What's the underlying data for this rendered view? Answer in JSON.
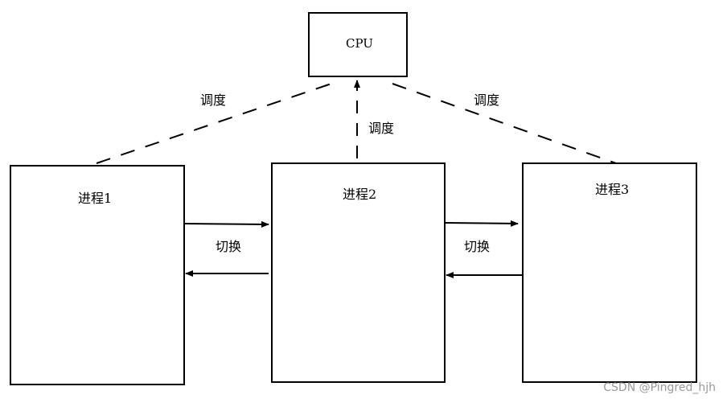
{
  "cpu": {
    "label": "CPU"
  },
  "processes": [
    {
      "label": "进程1"
    },
    {
      "label": "进程2"
    },
    {
      "label": "进程3"
    }
  ],
  "schedule_labels": [
    "调度",
    "调度",
    "调度"
  ],
  "switch_labels": [
    "切换",
    "切换"
  ],
  "watermark": "CSDN @Pingred_hjh"
}
